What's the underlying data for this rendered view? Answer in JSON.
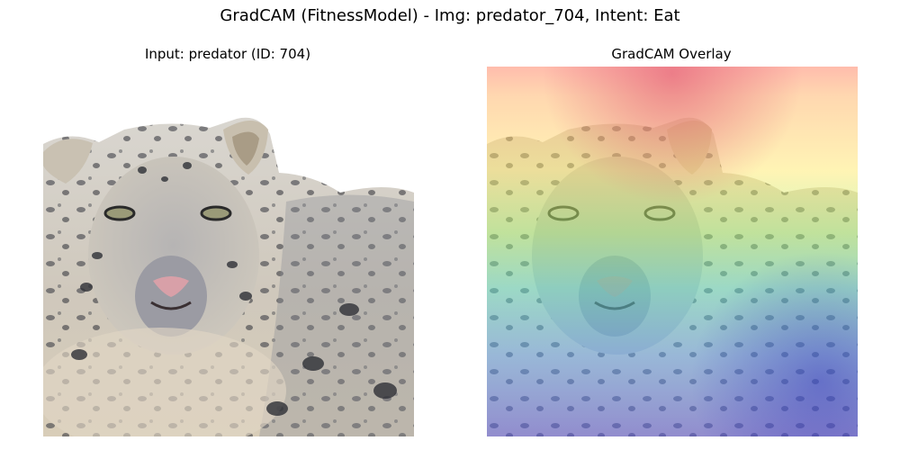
{
  "figure": {
    "title": "GradCAM (FitnessModel) - Img: predator_704, Intent: Eat"
  },
  "panels": [
    {
      "title": "Input: predator (ID: 704)",
      "image": "snow-leopard-photo"
    },
    {
      "title": "GradCAM Overlay",
      "image": "snow-leopard-gradcam-heatmap"
    }
  ],
  "colors": {
    "background": "#ffffff",
    "heatmap_high": "#ff6a6a",
    "heatmap_mid": "#ffe35a",
    "heatmap_low": "#3f3fd8"
  }
}
